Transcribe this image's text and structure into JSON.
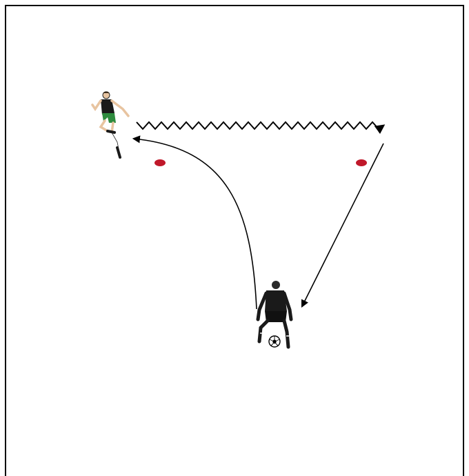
{
  "diagram": {
    "type": "soccer-drill",
    "elements": [
      {
        "kind": "player",
        "role": "outfield-player",
        "kit": "green-black"
      },
      {
        "kind": "player",
        "role": "goalkeeper",
        "kit": "black",
        "has_ball": true
      },
      {
        "kind": "cone",
        "color": "#c0182a"
      },
      {
        "kind": "cone",
        "color": "#c0182a"
      },
      {
        "kind": "movement",
        "style": "dribble-zigzag",
        "from": "outfield-player",
        "to": "right-cone"
      },
      {
        "kind": "movement",
        "style": "pass-straight",
        "from": "right-cone",
        "to": "goalkeeper"
      },
      {
        "kind": "movement",
        "style": "pass-curved",
        "from": "goalkeeper",
        "to": "outfield-player"
      }
    ]
  },
  "colors": {
    "background": "#ffffff",
    "border": "#000000",
    "cone": "#c0182a",
    "shirt_dark": "#1a1a1a",
    "shorts_green": "#2e8b3e",
    "skin": "#e8c4a0",
    "arrow": "#000000"
  }
}
